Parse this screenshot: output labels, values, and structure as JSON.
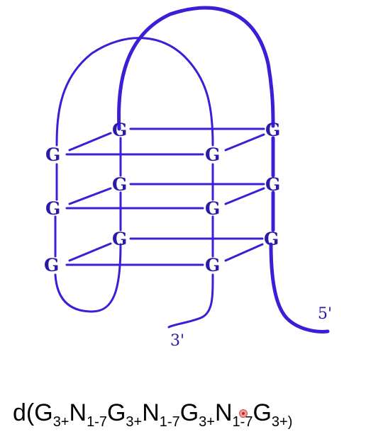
{
  "diagram": {
    "colors": {
      "strand": "#3b1fd6",
      "letter": "#2a1aa8",
      "background": "#ffffff"
    },
    "guanine_label": "G",
    "five_prime_label": "5'",
    "three_prime_label": "3'"
  },
  "formula": {
    "prefix": "d(",
    "segments": [
      {
        "base": "G",
        "sub": "3+"
      },
      {
        "base": "N",
        "sub": "1-7"
      },
      {
        "base": "G",
        "sub": "3+"
      },
      {
        "base": "N",
        "sub": "1-7"
      },
      {
        "base": "G",
        "sub": "3+"
      },
      {
        "base": "N",
        "sub": "1-7"
      },
      {
        "base": "G",
        "sub": "3+)"
      }
    ],
    "suffix": ""
  }
}
